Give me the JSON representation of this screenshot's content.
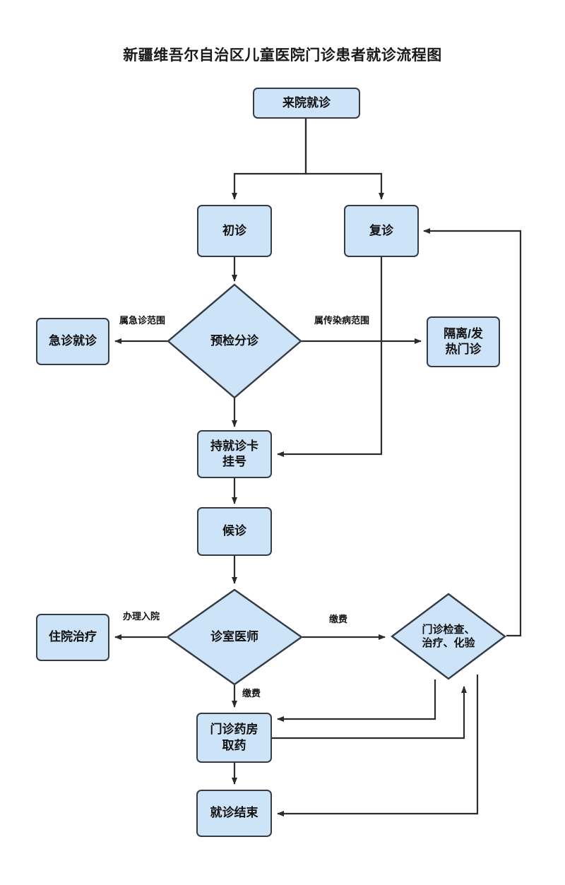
{
  "title": "新疆维吾尔自治区儿童医院门诊患者就诊流程图",
  "colors": {
    "node_fill": "#cde3f7",
    "node_stroke": "#333b45",
    "edge_stroke": "#2b2b2b",
    "text": "#111111",
    "background": "#ffffff"
  },
  "nodes": {
    "arrive": {
      "label": "来院就诊",
      "shape": "box"
    },
    "first_visit": {
      "label": "初诊",
      "shape": "box"
    },
    "return_visit": {
      "label": "复诊",
      "shape": "box"
    },
    "triage": {
      "label": "预检分诊",
      "shape": "diamond"
    },
    "emergency": {
      "label": "急诊就诊",
      "shape": "box"
    },
    "isolation": {
      "label": "隔离/发\n热门诊",
      "shape": "box"
    },
    "register": {
      "label": "持就诊卡\n挂号",
      "shape": "box"
    },
    "waiting": {
      "label": "候诊",
      "shape": "box"
    },
    "doctor": {
      "label": "诊室医师",
      "shape": "diamond"
    },
    "inpatient": {
      "label": "住院治疗",
      "shape": "box"
    },
    "exam": {
      "label": "门诊检查、\n治疗、化验",
      "shape": "diamond"
    },
    "pharmacy": {
      "label": "门诊药房\n取药",
      "shape": "box"
    },
    "finish": {
      "label": "就诊结束",
      "shape": "box"
    }
  },
  "edge_labels": {
    "emergency_scope": "属急诊范围",
    "infectious_scope": "属传染病范围",
    "admission": "办理入院",
    "payment_right": "缴费",
    "payment_down": "缴费"
  },
  "chart_data": {
    "type": "diagram",
    "title": "新疆维吾尔自治区儿童医院门诊患者就诊流程图",
    "nodes": [
      {
        "id": "arrive",
        "label": "来院就诊",
        "shape": "box"
      },
      {
        "id": "first_visit",
        "label": "初诊",
        "shape": "box"
      },
      {
        "id": "return_visit",
        "label": "复诊",
        "shape": "box"
      },
      {
        "id": "triage",
        "label": "预检分诊",
        "shape": "diamond"
      },
      {
        "id": "emergency",
        "label": "急诊就诊",
        "shape": "box"
      },
      {
        "id": "isolation",
        "label": "隔离/发热门诊",
        "shape": "box"
      },
      {
        "id": "register",
        "label": "持就诊卡挂号",
        "shape": "box"
      },
      {
        "id": "waiting",
        "label": "候诊",
        "shape": "box"
      },
      {
        "id": "doctor",
        "label": "诊室医师",
        "shape": "diamond"
      },
      {
        "id": "inpatient",
        "label": "住院治疗",
        "shape": "box"
      },
      {
        "id": "exam",
        "label": "门诊检查、治疗、化验",
        "shape": "diamond"
      },
      {
        "id": "pharmacy",
        "label": "门诊药房取药",
        "shape": "box"
      },
      {
        "id": "finish",
        "label": "就诊结束",
        "shape": "box"
      }
    ],
    "edges": [
      {
        "from": "arrive",
        "to": "first_visit",
        "label": ""
      },
      {
        "from": "arrive",
        "to": "return_visit",
        "label": ""
      },
      {
        "from": "first_visit",
        "to": "triage",
        "label": ""
      },
      {
        "from": "triage",
        "to": "emergency",
        "label": "属急诊范围"
      },
      {
        "from": "triage",
        "to": "isolation",
        "label": "属传染病范围"
      },
      {
        "from": "triage",
        "to": "register",
        "label": ""
      },
      {
        "from": "return_visit",
        "to": "register",
        "label": ""
      },
      {
        "from": "register",
        "to": "waiting",
        "label": ""
      },
      {
        "from": "waiting",
        "to": "doctor",
        "label": ""
      },
      {
        "from": "doctor",
        "to": "inpatient",
        "label": "办理入院"
      },
      {
        "from": "doctor",
        "to": "exam",
        "label": "缴费"
      },
      {
        "from": "doctor",
        "to": "pharmacy",
        "label": "缴费"
      },
      {
        "from": "exam",
        "to": "return_visit",
        "label": ""
      },
      {
        "from": "exam",
        "to": "pharmacy",
        "label": ""
      },
      {
        "from": "exam",
        "to": "finish",
        "label": ""
      },
      {
        "from": "pharmacy",
        "to": "exam",
        "label": ""
      },
      {
        "from": "pharmacy",
        "to": "finish",
        "label": ""
      }
    ]
  }
}
